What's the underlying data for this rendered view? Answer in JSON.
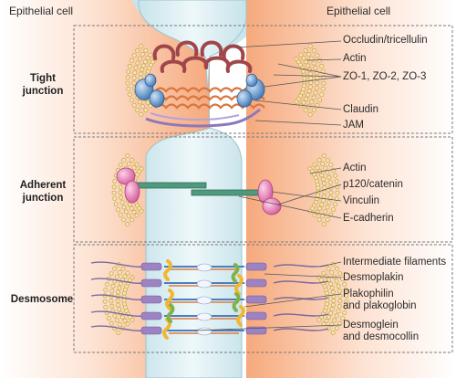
{
  "cells": {
    "left": "Epithelial cell",
    "right": "Epithelial cell"
  },
  "sections": {
    "tight": {
      "title": "Tight\njunction",
      "labels": [
        "Occludin/tricellulin",
        "Actin",
        "ZO-1, ZO-2, ZO-3",
        "Claudin",
        "JAM"
      ]
    },
    "adherent": {
      "title": "Adherent\njunction",
      "labels": [
        "Actin",
        "p120/catenin",
        "Vinculin",
        "E-cadherin"
      ]
    },
    "desmosome": {
      "title": "Desmosome",
      "labels": [
        "Intermediate filaments",
        "Desmoplakin",
        "Plakophilin\nand plakoglobin",
        "Desmoglein\nand desmocollin"
      ]
    }
  },
  "colors": {
    "cytoplasm": "#f8b48a",
    "lumen": "#d9eef3",
    "actin": "#c9a85a",
    "occludin": "#a0464b",
    "claudin": "#d9763f",
    "zo": "#5f93c9",
    "cadherin": "#4f9a7e",
    "p120": "#e27bb0",
    "desmoplakin": "#9d83c2",
    "plakophilin": "#f1b733",
    "desmoglein": "#4c7ec1",
    "if": "#7d6a9e"
  }
}
